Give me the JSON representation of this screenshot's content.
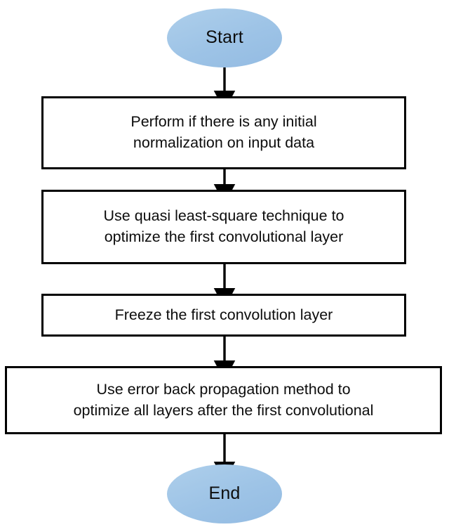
{
  "diagram": {
    "title": "CNN training procedure flowchart",
    "colors": {
      "terminator_fill": "#9DC3E6",
      "node_border": "#000000",
      "node_fill": "#FFFFFF",
      "text": "#0D0D0D",
      "arrow": "#000000",
      "background": "#FFFFFF"
    },
    "nodes": [
      {
        "id": "start",
        "shape": "ellipse",
        "label": "Start"
      },
      {
        "id": "box-1",
        "shape": "rectangle",
        "label": "Perform if there is any initial\nnormalization on input data"
      },
      {
        "id": "box-2",
        "shape": "rectangle",
        "label": "Use quasi least-square technique to\noptimize the first convolutional layer"
      },
      {
        "id": "box-3",
        "shape": "rectangle",
        "label": "Freeze the first convolution layer"
      },
      {
        "id": "box-4",
        "shape": "rectangle",
        "label": "Use error back propagation method to\noptimize all layers after the first convolutional"
      },
      {
        "id": "end",
        "shape": "ellipse",
        "label": "End"
      }
    ],
    "connectors": [
      {
        "id": "arrow-start-to-box-1",
        "from": "start",
        "to": "box-1",
        "label": ""
      },
      {
        "id": "arrow-box-1-to-box-2",
        "from": "box-1",
        "to": "box-2",
        "label": ""
      },
      {
        "id": "arrow-box-2-to-box-3",
        "from": "box-2",
        "to": "box-3",
        "label": ""
      },
      {
        "id": "arrow-box-3-to-box-4",
        "from": "box-3",
        "to": "box-4",
        "label": ""
      },
      {
        "id": "arrow-box-4-to-end",
        "from": "box-4",
        "to": "end",
        "label": ""
      }
    ]
  }
}
